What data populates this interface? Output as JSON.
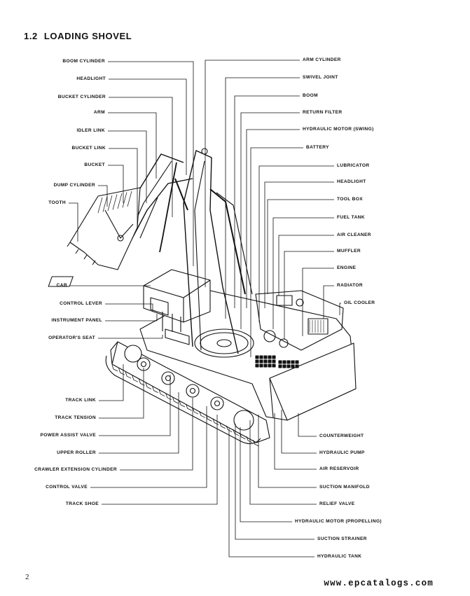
{
  "section": {
    "number": "1.2",
    "title": "LOADING SHOVEL"
  },
  "labels_left": [
    "BOOM CYLINDER",
    "HEADLIGHT",
    "BUCKET CYLINDER",
    "ARM",
    "IDLER LINK",
    "BUCKET LINK",
    "BUCKET",
    "DUMP CYLINDER",
    "TOOTH",
    "CAB",
    "CONTROL LEVER",
    "INSTRUMENT PANEL",
    "OPERATOR'S SEAT",
    "TRACK LINK",
    "TRACK TENSION",
    "POWER ASSIST VALVE",
    "UPPER ROLLER",
    "CRAWLER EXTENSION CYLINDER",
    "CONTROL VALVE",
    "TRACK SHOE"
  ],
  "labels_right": [
    "ARM CYLINDER",
    "SWIVEL JOINT",
    "BOOM",
    "RETURN FILTER",
    "HYDRAULIC MOTOR (SWING)",
    "BATTERY",
    "LUBRICATOR",
    "HEADLIGHT",
    "TOOL BOX",
    "FUEL TANK",
    "AIR CLEANER",
    "MUFFLER",
    "ENGINE",
    "RADIATOR",
    "OIL COOLER",
    "COUNTERWEIGHT",
    "HYDRAULIC PUMP",
    "AIR RESERVOIR",
    "SUCTION MANIFOLD",
    "RELIEF VALVE",
    "HYDRAULIC MOTOR (PROPELLING)",
    "SUCTION STRAINER",
    "HYDRAULIC TANK"
  ],
  "page_number": "2",
  "footer": "www.epcatalogs.com"
}
